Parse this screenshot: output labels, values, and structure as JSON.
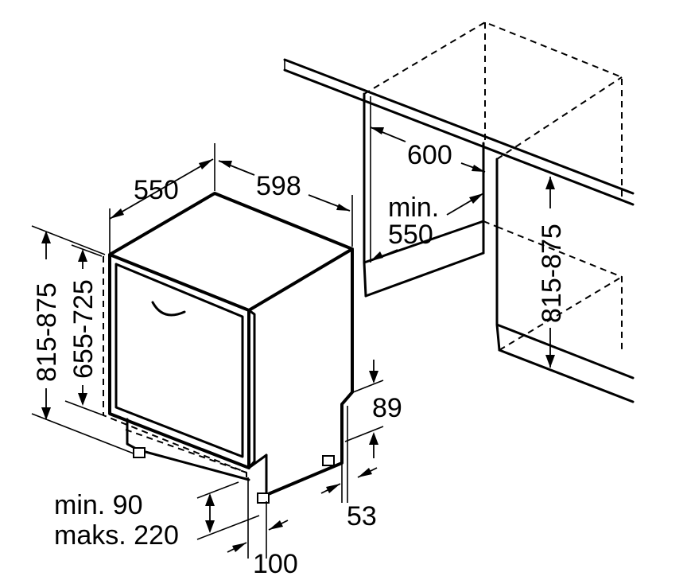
{
  "dimensions": {
    "depth_appliance": "550",
    "width_appliance": "598",
    "niche_width": "600",
    "niche_depth_min_line1": "min.",
    "niche_depth_min_line2": "550",
    "niche_height_right": "815-875",
    "total_height_left": "815-875",
    "door_height_left": "655-725",
    "plinth_gap": "89",
    "plinth_offset": "53",
    "plinth_height_line1": "min. 90",
    "plinth_height_line2": "maks. 220",
    "plinth_depth": "100"
  }
}
